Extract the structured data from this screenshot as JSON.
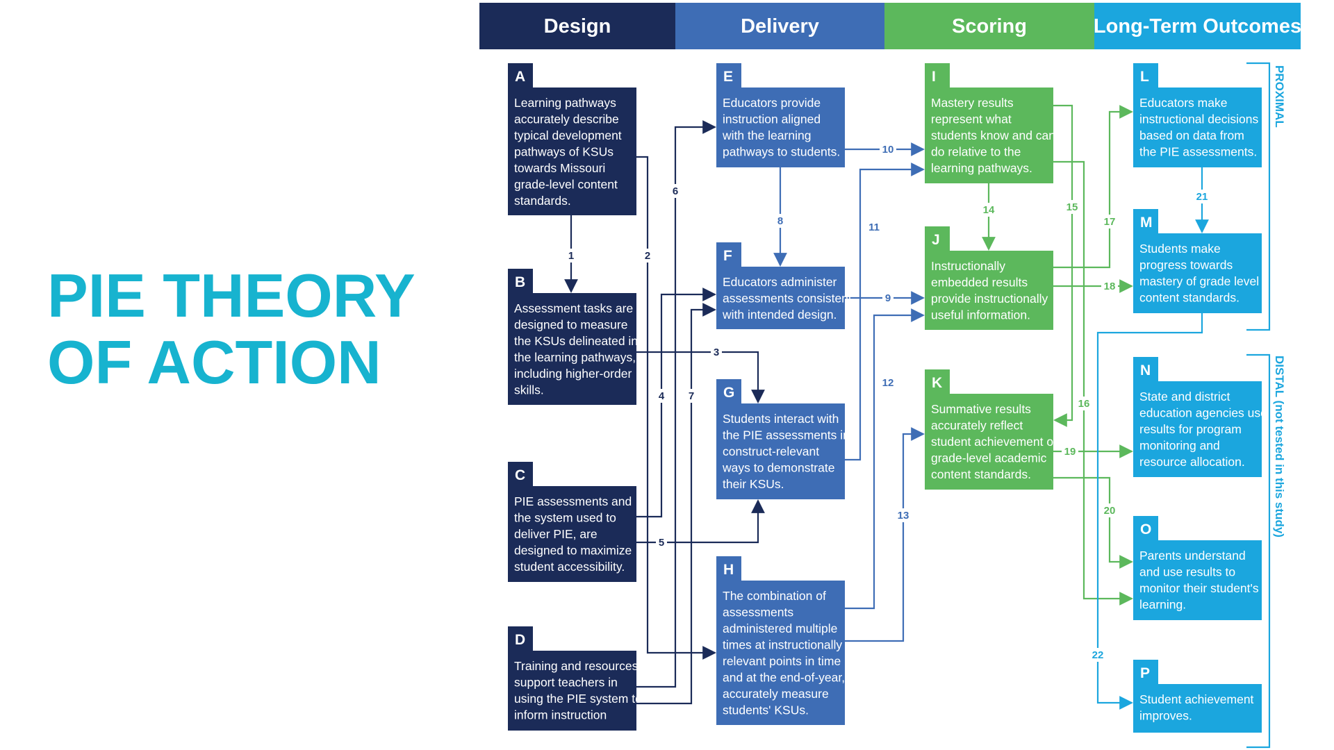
{
  "title": {
    "line1": "PIE THEORY",
    "line2": "OF ACTION"
  },
  "colors": {
    "design": "#1B2B58",
    "delivery": "#3E6DB5",
    "scoring": "#5CB85C",
    "outcomes": "#1BA6DE",
    "title": "#17B3CF"
  },
  "headers": [
    {
      "id": "design",
      "label": "Design"
    },
    {
      "id": "delivery",
      "label": "Delivery"
    },
    {
      "id": "scoring",
      "label": "Scoring"
    },
    {
      "id": "outcomes",
      "label": "Long-Term Outcomes"
    }
  ],
  "side_labels": {
    "proximal": "PROXIMAL",
    "distal": "DISTAL",
    "distal_note": "(not tested in this study)"
  },
  "boxes": {
    "A": {
      "letter": "A",
      "lines": [
        "Learning pathways",
        "accurately describe",
        "typical development",
        "pathways of KSUs",
        "towards Missouri",
        "grade-level content",
        "standards."
      ]
    },
    "B": {
      "letter": "B",
      "lines": [
        "Assessment tasks are",
        "designed to measure",
        "the KSUs delineated in",
        "the learning pathways,",
        "including higher-order",
        "skills."
      ]
    },
    "C": {
      "letter": "C",
      "lines": [
        "PIE assessments and",
        "the system used to",
        "deliver PIE, are",
        "designed to maximize",
        "student accessibility."
      ]
    },
    "D": {
      "letter": "D",
      "lines": [
        "Training and resources",
        "support teachers in",
        "using the PIE system to",
        "inform instruction"
      ]
    },
    "E": {
      "letter": "E",
      "lines": [
        "Educators provide",
        "instruction aligned",
        "with the learning",
        "pathways to students."
      ]
    },
    "F": {
      "letter": "F",
      "lines": [
        "Educators administer",
        "assessments consistent",
        "with intended design."
      ]
    },
    "G": {
      "letter": "G",
      "lines": [
        "Students interact with",
        "the PIE assessments in",
        "construct-relevant",
        "ways to demonstrate",
        "their KSUs."
      ]
    },
    "H": {
      "letter": "H",
      "lines": [
        "The combination of",
        "assessments",
        "administered multiple",
        "times at instructionally",
        "relevant points in time",
        "and at the end-of-year,",
        "accurately measure",
        "students' KSUs."
      ]
    },
    "I": {
      "letter": "I",
      "lines": [
        "Mastery results",
        "represent what",
        "students know and can",
        "do relative to the",
        "learning pathways."
      ]
    },
    "J": {
      "letter": "J",
      "lines": [
        "Instructionally",
        "embedded results",
        "provide instructionally",
        "useful information."
      ]
    },
    "K": {
      "letter": "K",
      "lines": [
        "Summative results",
        "accurately reflect",
        "student achievement of",
        "grade-level academic",
        "content standards."
      ]
    },
    "L": {
      "letter": "L",
      "lines": [
        "Educators make",
        "instructional decisions",
        "based on data from",
        "the PIE assessments."
      ]
    },
    "M": {
      "letter": "M",
      "lines": [
        "Students make",
        "progress towards",
        "mastery of grade level",
        "content standards."
      ]
    },
    "N": {
      "letter": "N",
      "lines": [
        "State and district",
        "education agencies use",
        "results for program",
        "monitoring and",
        "resource allocation."
      ]
    },
    "O": {
      "letter": "O",
      "lines": [
        "Parents understand",
        "and use results to",
        "monitor their student's",
        "learning."
      ]
    },
    "P": {
      "letter": "P",
      "lines": [
        "Student achievement",
        "improves."
      ]
    }
  },
  "links": [
    {
      "n": "1",
      "from": "A",
      "to": "B"
    },
    {
      "n": "2",
      "from": "A",
      "to": "H"
    },
    {
      "n": "3",
      "from": "B",
      "to": "G"
    },
    {
      "n": "4",
      "from": "C",
      "to": "F"
    },
    {
      "n": "5",
      "from": "C",
      "to": "G"
    },
    {
      "n": "6",
      "from": "D",
      "to": "E"
    },
    {
      "n": "7",
      "from": "D",
      "to": "F"
    },
    {
      "n": "8",
      "from": "E",
      "to": "F"
    },
    {
      "n": "9",
      "from": "F",
      "to": "J"
    },
    {
      "n": "10",
      "from": "E",
      "to": "I"
    },
    {
      "n": "11",
      "from": "G",
      "to": "I"
    },
    {
      "n": "12",
      "from": "H",
      "to": "J"
    },
    {
      "n": "13",
      "from": "H",
      "to": "K"
    },
    {
      "n": "14",
      "from": "I",
      "to": "J"
    },
    {
      "n": "15",
      "from": "I",
      "to": "K"
    },
    {
      "n": "16",
      "from": "I",
      "to": "O"
    },
    {
      "n": "17",
      "from": "J",
      "to": "L"
    },
    {
      "n": "18",
      "from": "J",
      "to": "M"
    },
    {
      "n": "19",
      "from": "K",
      "to": "N"
    },
    {
      "n": "20",
      "from": "K",
      "to": "O"
    },
    {
      "n": "21",
      "from": "L",
      "to": "M"
    },
    {
      "n": "22",
      "from": "M",
      "to": "P"
    }
  ]
}
